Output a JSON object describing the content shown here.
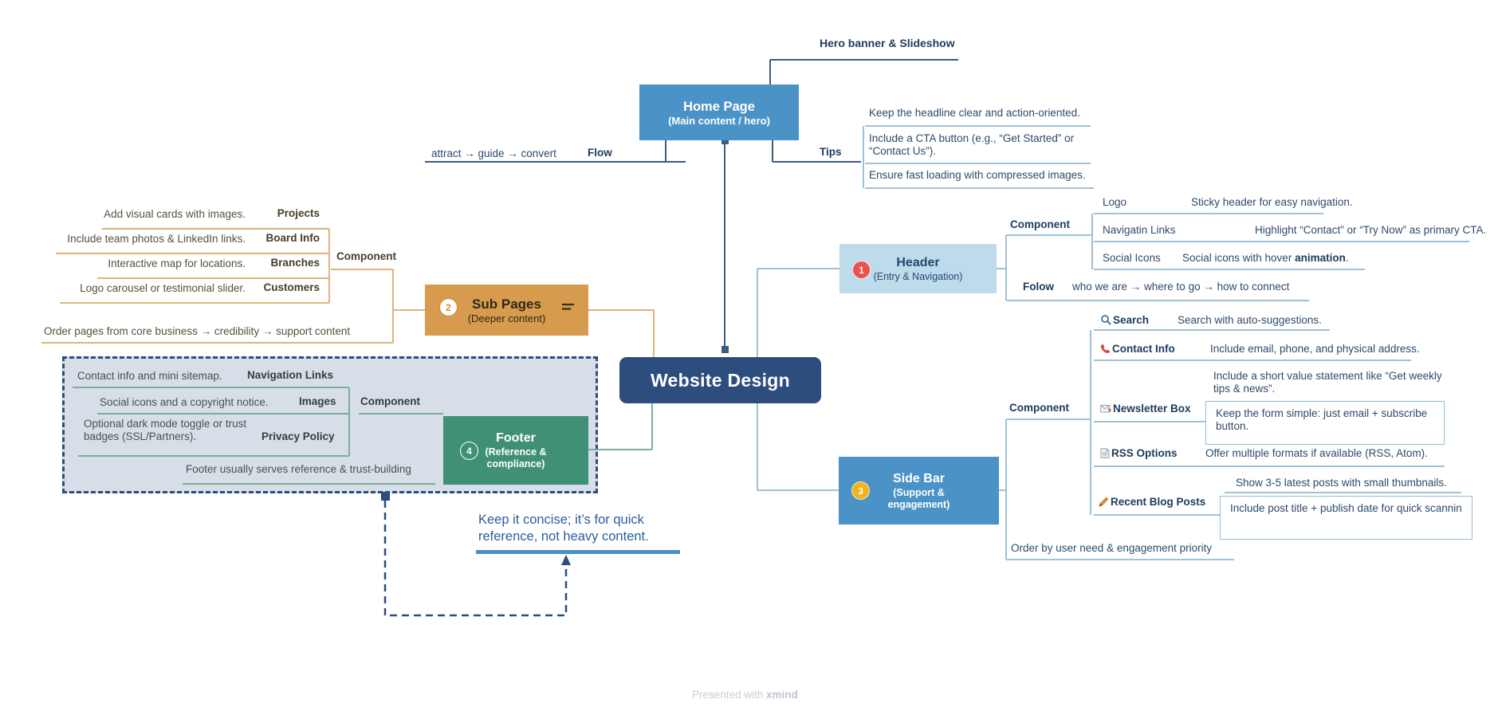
{
  "watermark": {
    "prefix": "Presented with ",
    "brand": "xmind"
  },
  "colors": {
    "center_node": "#2c4d7e",
    "blue_node": "#4b93c7",
    "header_node": "#bedbec",
    "sub_pages_node": "#d69b4d",
    "footer_node": "#3f9077",
    "badge_red": "#e8514e",
    "badge_yellow": "#f2b31c",
    "callout_accent": "#4a90c4"
  },
  "center": {
    "title": "Website Design"
  },
  "home_page": {
    "title": "Home Page",
    "subtitle": "(Main content / hero)",
    "hero_note": "Hero banner & Slideshow",
    "flow_label": "Flow",
    "flow_note": "attract → guide → convert",
    "tips_label": "Tips",
    "tips": [
      "Keep the headline clear and action-oriented.",
      "Include a CTA button (e.g., “Get Started” or “Contact Us”).",
      "Ensure fast loading with compressed images."
    ]
  },
  "header": {
    "badge": "1",
    "title": "Header",
    "subtitle": "(Entry & Navigation)",
    "component_label": "Component",
    "components": [
      {
        "label": "Logo",
        "note": "Sticky header for easy navigation."
      },
      {
        "label": "Navigatin Links",
        "note": "Highlight “Contact” or “Try Now” as primary CTA."
      },
      {
        "label": "Social Icons",
        "note_prefix": "Social icons with hover ",
        "note_bold": "animation",
        "note_suffix": "."
      }
    ],
    "follow_label": "Folow",
    "follow_note": "who we are → where to go → how to connect"
  },
  "sub_pages": {
    "badge": "2",
    "title": "Sub Pages",
    "subtitle": "(Deeper content)",
    "component_label": "Component",
    "components": [
      {
        "label": "Projects",
        "note": "Add visual cards with images."
      },
      {
        "label": "Board Info",
        "note": "Include team photos & LinkedIn links."
      },
      {
        "label": "Branches",
        "note": "Interactive map for locations."
      },
      {
        "label": "Customers",
        "note": "Logo carousel or testimonial slider."
      }
    ],
    "order_note": "Order pages from core business → credibility → support content"
  },
  "side_bar": {
    "badge": "3",
    "title": "Side Bar",
    "subtitle": "(Support & engagement)",
    "component_label": "Component",
    "components": [
      {
        "icon": "search-icon",
        "label": "Search",
        "note": "Search with auto-suggestions."
      },
      {
        "icon": "phone-icon",
        "label": "Contact Info",
        "note": "Include email, phone, and physical address."
      },
      {
        "icon": "mail-icon",
        "label": "Newsletter Box",
        "note": "Include a short value statement like “Get weekly tips & news”.",
        "note_boxed": "Keep the form simple: just email + subscribe button."
      },
      {
        "icon": "document-icon",
        "label": "RSS Options",
        "note": "Offer multiple formats if available (RSS, Atom)."
      },
      {
        "icon": "memo-icon",
        "label": "Recent Blog Posts",
        "note": "Show 3-5 latest posts with small thumbnails.",
        "note_boxed": "Include post title + publish date for quick scannin"
      }
    ],
    "order_note": "Order by user need & engagement priority"
  },
  "footer": {
    "badge": "4",
    "title": "Footer",
    "subtitle": "(Reference & compliance)",
    "component_label": "Component",
    "components": [
      {
        "label": "Navigation Links",
        "note": "Contact info and mini sitemap."
      },
      {
        "label": "Images",
        "note": "Social icons and a copyright notice."
      },
      {
        "label": "Privacy Policy",
        "note": "Optional dark mode toggle or trust badges (SSL/Partners)."
      }
    ],
    "bottom_note": "Footer usually serves reference & trust-building",
    "callout_note": "Keep it concise; it’s for quick reference, not heavy content."
  }
}
